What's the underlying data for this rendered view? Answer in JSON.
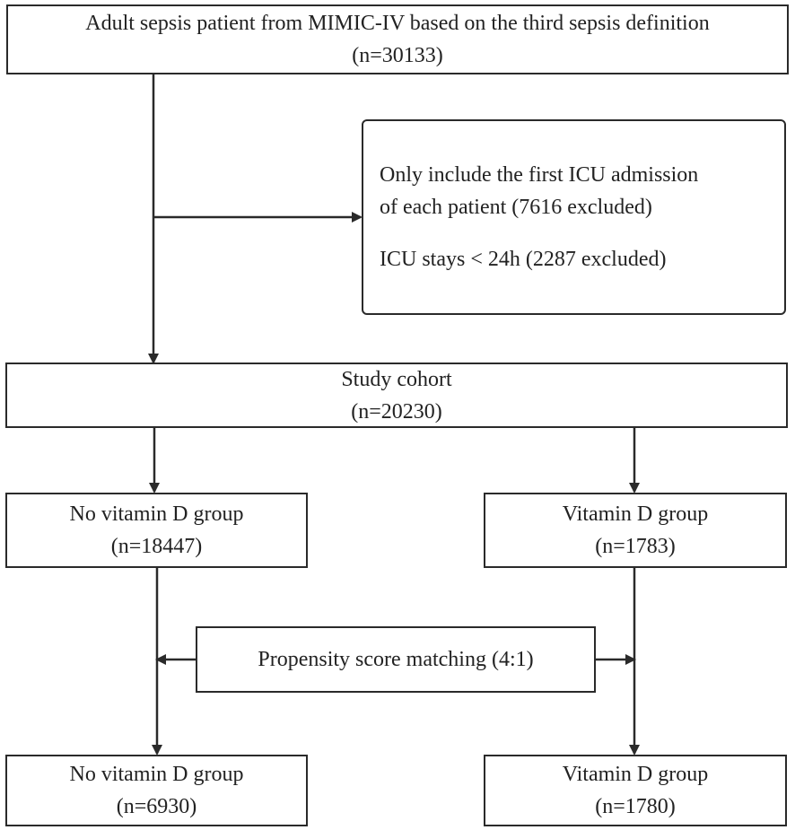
{
  "top_box": {
    "line1": "Adult sepsis patient from MIMIC-IV  based on the third sepsis definition",
    "line2": "(n=30133)"
  },
  "exclusion_box": {
    "line1": "Only include the first ICU admission",
    "line2": "of each patient (7616 excluded)",
    "line3": "ICU stays < 24h (2287 excluded)"
  },
  "cohort_box": {
    "line1": "Study cohort",
    "line2": "(n=20230)"
  },
  "no_vitd_box": {
    "line1": "No vitamin D group",
    "line2": "(n=18447)"
  },
  "vitd_box": {
    "line1": "Vitamin D group",
    "line2": "(n=1783)"
  },
  "psm_box": {
    "label": "Propensity score matching (4:1)"
  },
  "no_vitd_matched_box": {
    "line1": "No vitamin D group",
    "line2": "(n=6930)"
  },
  "vitd_matched_box": {
    "line1": "Vitamin D group",
    "line2": "(n=1780)"
  }
}
